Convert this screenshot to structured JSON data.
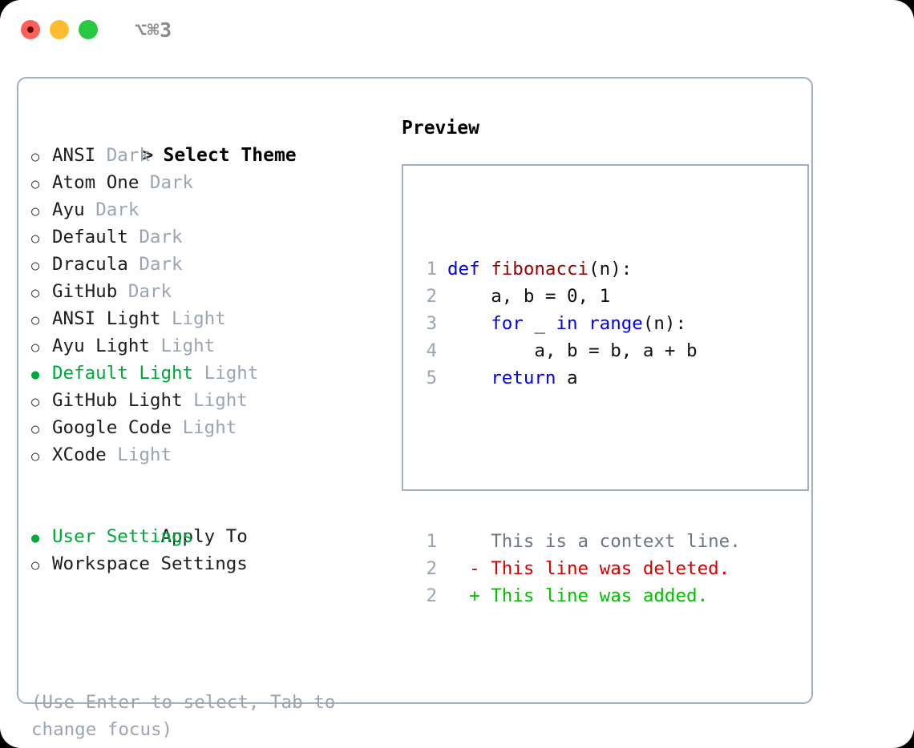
{
  "window": {
    "shortcut_label": "⌥⌘3",
    "traffic_lights": [
      {
        "name": "close",
        "color": "#fc6058"
      },
      {
        "name": "minimize",
        "color": "#fdbd2e"
      },
      {
        "name": "maximize",
        "color": "#28c840"
      }
    ]
  },
  "colors": {
    "accent_green": "#00a839",
    "muted": "#9aa5b1",
    "border": "#a4afbd",
    "keyword": "#0000ee",
    "function": "#9c0000",
    "diff_added": "#00c000",
    "diff_deleted": "#d40000",
    "diff_context": "#6e7781"
  },
  "theme_list": {
    "title": "Select Theme",
    "title_marker": ">",
    "items": [
      {
        "marker": "○",
        "name": "ANSI",
        "badge": "Dark",
        "selected": false
      },
      {
        "marker": "○",
        "name": "Atom One",
        "badge": "Dark",
        "selected": false
      },
      {
        "marker": "○",
        "name": "Ayu",
        "badge": "Dark",
        "selected": false
      },
      {
        "marker": "○",
        "name": "Default",
        "badge": "Dark",
        "selected": false
      },
      {
        "marker": "○",
        "name": "Dracula",
        "badge": "Dark",
        "selected": false
      },
      {
        "marker": "○",
        "name": "GitHub",
        "badge": "Dark",
        "selected": false
      },
      {
        "marker": "○",
        "name": "ANSI Light",
        "badge": "Light",
        "selected": false
      },
      {
        "marker": "○",
        "name": "Ayu Light",
        "badge": "Light",
        "selected": false
      },
      {
        "marker": "●",
        "name": "Default Light",
        "badge": "Light",
        "selected": true
      },
      {
        "marker": "○",
        "name": "GitHub Light",
        "badge": "Light",
        "selected": false
      },
      {
        "marker": "○",
        "name": "Google Code",
        "badge": "Light",
        "selected": false
      },
      {
        "marker": "○",
        "name": "XCode",
        "badge": "Light",
        "selected": false
      }
    ]
  },
  "apply_to": {
    "title": "Apply To",
    "items": [
      {
        "marker": "●",
        "name": "User Settings",
        "selected": true
      },
      {
        "marker": "○",
        "name": "Workspace Settings",
        "selected": false
      }
    ]
  },
  "hint": "(Use Enter to select, Tab to change focus)",
  "preview": {
    "title": "Preview",
    "code_lines": [
      {
        "number": "1",
        "indent": "",
        "tokens": [
          {
            "text": "def ",
            "style": "kw"
          },
          {
            "text": "fibonacci",
            "style": "fn"
          },
          {
            "text": "(n):",
            "style": "plain"
          }
        ]
      },
      {
        "number": "2",
        "indent": "    ",
        "tokens": [
          {
            "text": "a, b = 0, 1",
            "style": "plain"
          }
        ]
      },
      {
        "number": "3",
        "indent": "    ",
        "tokens": [
          {
            "text": "for ",
            "style": "kw"
          },
          {
            "text": "_ ",
            "style": "plain"
          },
          {
            "text": "in ",
            "style": "kw"
          },
          {
            "text": "range",
            "style": "kw"
          },
          {
            "text": "(n):",
            "style": "plain"
          }
        ]
      },
      {
        "number": "4",
        "indent": "        ",
        "tokens": [
          {
            "text": "a, b = b, a + b",
            "style": "plain"
          }
        ]
      },
      {
        "number": "5",
        "indent": "    ",
        "tokens": [
          {
            "text": "return ",
            "style": "kw"
          },
          {
            "text": "a",
            "style": "plain"
          }
        ]
      }
    ],
    "diff_lines": [
      {
        "number": "1",
        "sign": " ",
        "text": "This is a context line.",
        "style": "ctx"
      },
      {
        "number": "2",
        "sign": "-",
        "text": "This line was deleted.",
        "style": "del"
      },
      {
        "number": "2",
        "sign": "+",
        "text": "This line was added.",
        "style": "add"
      }
    ]
  }
}
